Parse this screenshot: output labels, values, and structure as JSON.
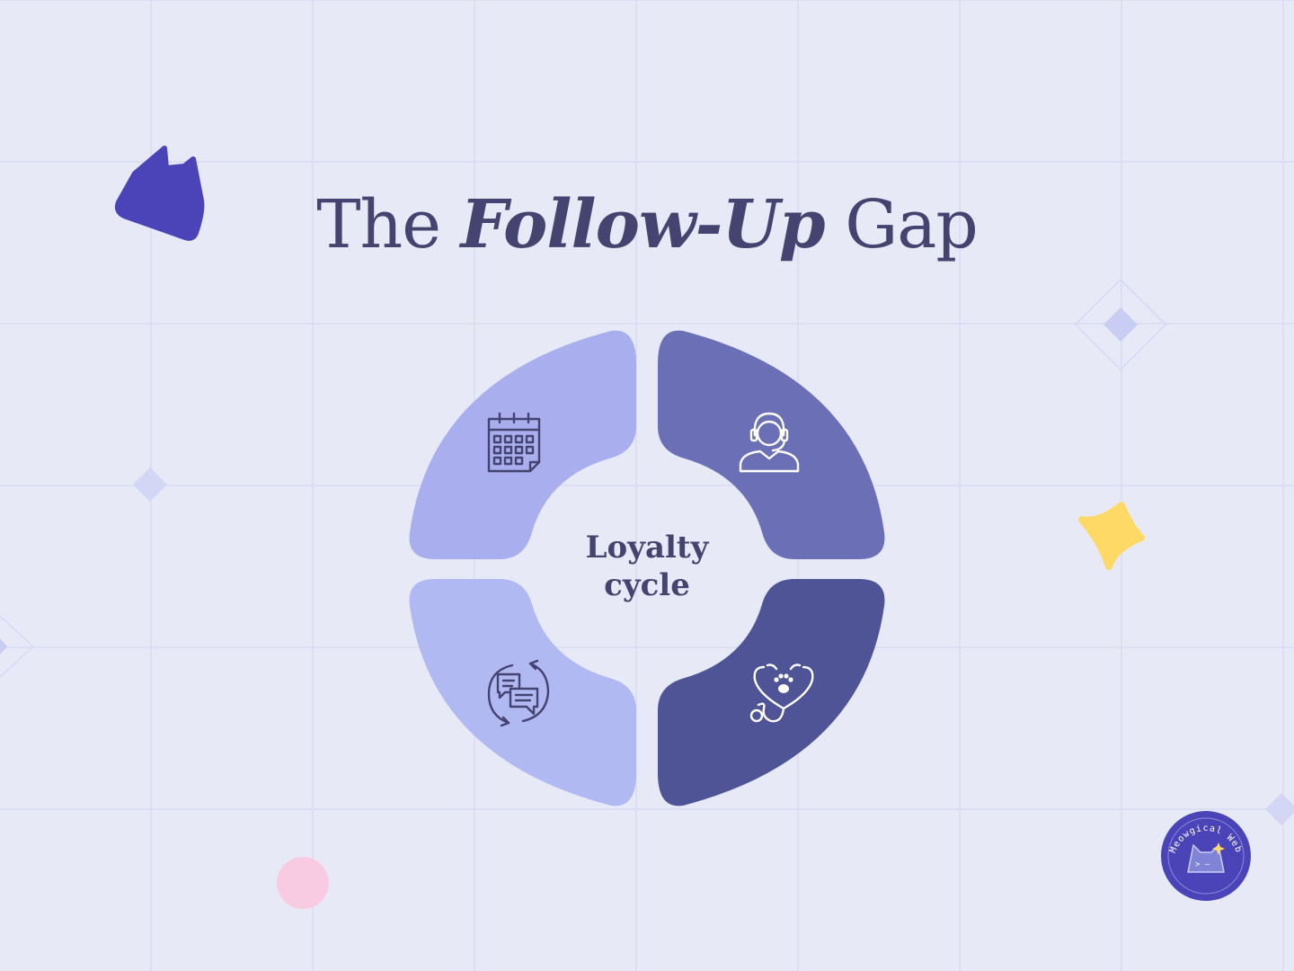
{
  "title": {
    "part1": "The",
    "emphasis": "Follow-Up",
    "part2": "Gap"
  },
  "center": {
    "line1": "Loyalty",
    "line2": "cycle"
  },
  "segments": [
    {
      "position": "top-left",
      "icon": "calendar-icon",
      "color": "#a9aeee"
    },
    {
      "position": "top-right",
      "icon": "support-agent-headset-icon",
      "color": "#6b70b6"
    },
    {
      "position": "bottom-right",
      "icon": "stethoscope-paw-icon",
      "color": "#4e5496"
    },
    {
      "position": "bottom-left",
      "icon": "chat-sync-icon",
      "color": "#b1b9f3"
    }
  ],
  "colors": {
    "background": "#e8e9f6",
    "title": "#454370",
    "accent_indigo": "#4a44b8",
    "accent_yellow": "#ffd966",
    "accent_pink": "#f8cbe3"
  },
  "badge": {
    "brand": "Meowgical Web"
  }
}
